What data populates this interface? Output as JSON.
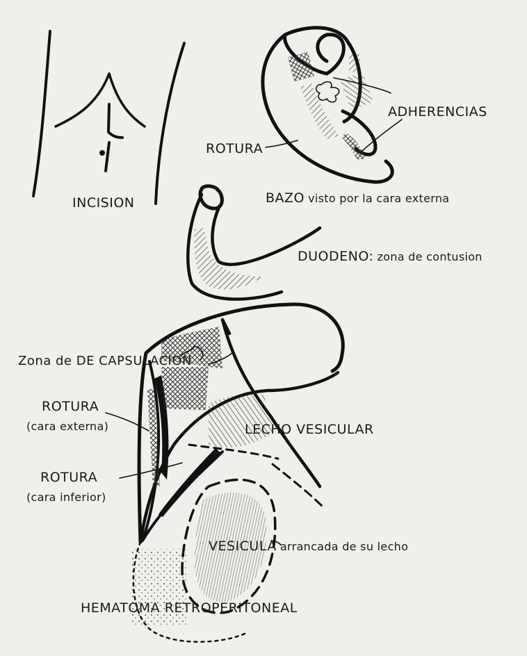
{
  "labels": {
    "incision": "INCISION",
    "adherencias": "ADHERENCIAS",
    "rotura_bazo": "ROTURA",
    "bazo_bold": "BAZO",
    "bazo_rest": "visto por la cara externa",
    "duodeno_bold": "DUODENO:",
    "duodeno_rest": "zona de contusion",
    "zona_decapsulacion": "Zona de DE CAPSULACION",
    "rotura_externa_title": "ROTURA",
    "rotura_externa_sub": "(cara externa)",
    "rotura_inferior_title": "ROTURA",
    "rotura_inferior_sub": "(cara inferior)",
    "lecho_vesicular": "LECHO VESICULAR",
    "vesicula_bold": "VESICULA",
    "vesicula_rest": "arrancada de su lecho",
    "hematoma": "HEMATOMA RETROPERITONEAL"
  },
  "colors": {
    "ink": "#111111",
    "paper": "#efefec"
  }
}
